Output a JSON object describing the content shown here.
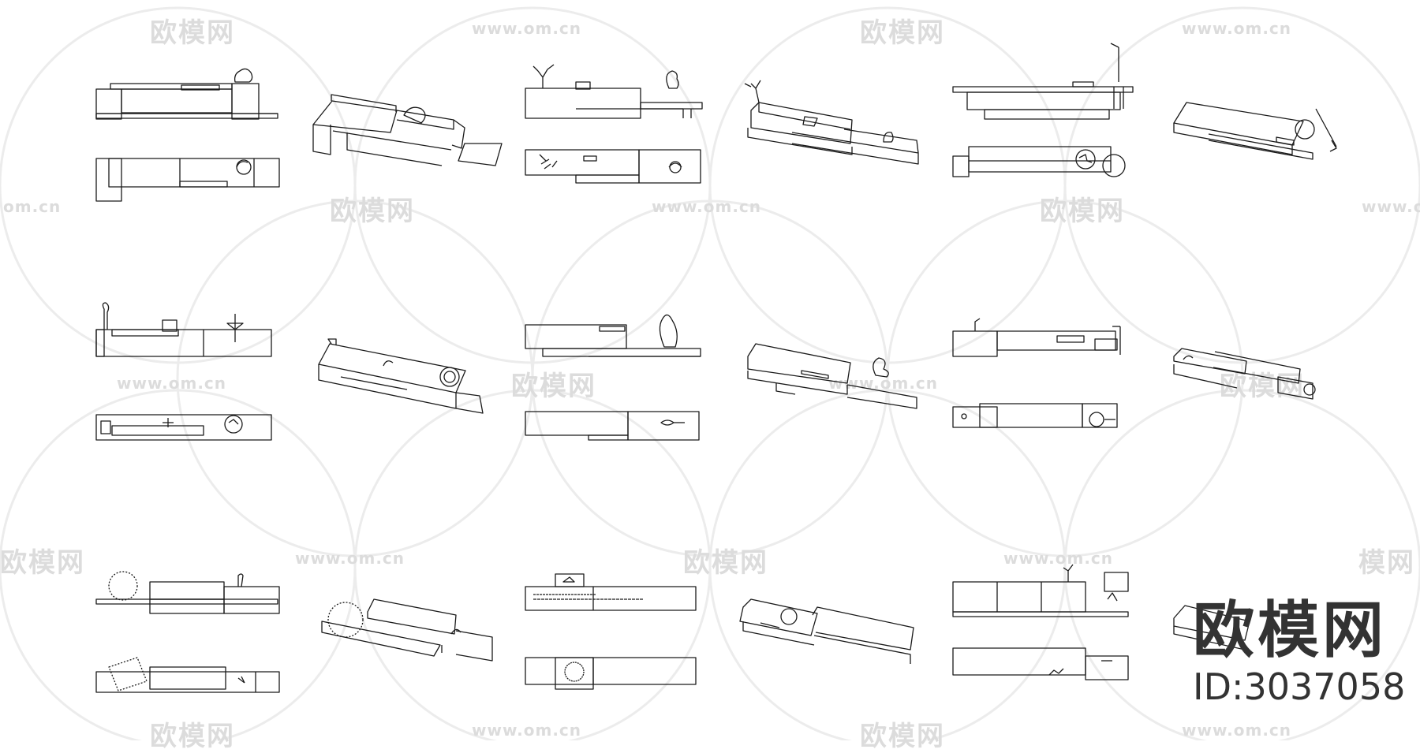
{
  "watermark": {
    "brand_text": "欧模网",
    "url_text": "www.om.cn",
    "url_fragment": "om.cn",
    "brand_fragment": "模网"
  },
  "brand_mark": {
    "name": "欧模网",
    "id_label": "ID:3037058"
  },
  "drawing": {
    "description_colors": {
      "line": "#1a1a1a",
      "watermark": "#dcdcdc"
    },
    "sets": [
      {
        "name": "set-1"
      },
      {
        "name": "set-2"
      },
      {
        "name": "set-3"
      },
      {
        "name": "set-4"
      },
      {
        "name": "set-5"
      },
      {
        "name": "set-6"
      },
      {
        "name": "set-7"
      },
      {
        "name": "set-8"
      },
      {
        "name": "set-9"
      },
      {
        "name": "set-10"
      },
      {
        "name": "set-11"
      },
      {
        "name": "set-12"
      },
      {
        "name": "set-13"
      },
      {
        "name": "set-14"
      },
      {
        "name": "set-15"
      },
      {
        "name": "set-16"
      },
      {
        "name": "set-17"
      },
      {
        "name": "set-18"
      }
    ]
  }
}
